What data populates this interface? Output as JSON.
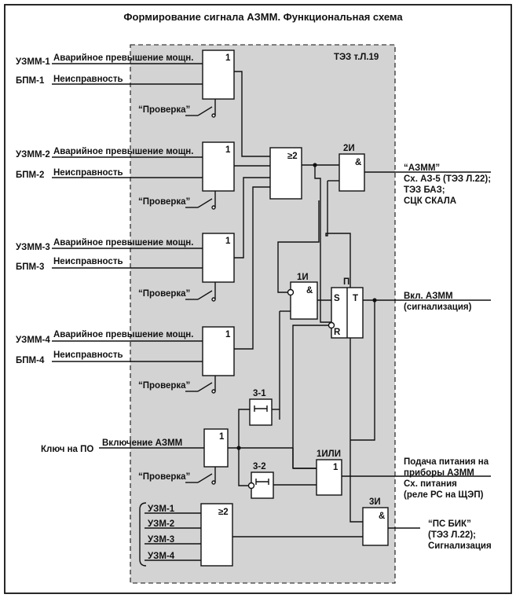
{
  "title": "Формирование сигнала АЗММ. Функциональная схема",
  "region_label": "ТЭЗ т.Л.19",
  "check_label": "“Проверка”",
  "channels": [
    {
      "src1": "УЗММ-1",
      "sig1": "Аварийное превышение мощн.",
      "src2": "БПМ-1",
      "sig2": "Неисправность",
      "gate": "1"
    },
    {
      "src1": "УЗММ-2",
      "sig1": "Аварийное превышение мощн.",
      "src2": "БПМ-2",
      "sig2": "Неисправность",
      "gate": "1"
    },
    {
      "src1": "УЗММ-3",
      "sig1": "Аварийное превышение мощн.",
      "src2": "БПМ-3",
      "sig2": "Неисправность",
      "gate": "1"
    },
    {
      "src1": "УЗММ-4",
      "sig1": "Аварийное превышение мощн.",
      "src2": "БПМ-4",
      "sig2": "Неисправность",
      "gate": "1"
    }
  ],
  "gates": {
    "or_main": "≥2",
    "and2_name": "2И",
    "and2_sym": "&",
    "and1_name": "1И",
    "and1_sym": "&",
    "trigger_name": "П",
    "trigger_s": "S",
    "trigger_t": "T",
    "trigger_r": "R",
    "key_gate": "1",
    "delay1_name": "3-1",
    "delay2_name": "3-2",
    "or1_name": "1ИЛИ",
    "or1_sym": "1",
    "and3_name": "3И",
    "and3_sym": "&",
    "or_uzm": "≥2"
  },
  "key": {
    "source": "Ключ на ПО",
    "signal": "Включение АЗММ"
  },
  "uzm_inputs": [
    "УЗМ-1",
    "УЗМ-2",
    "УЗМ-3",
    "УЗМ-4"
  ],
  "outputs": {
    "azmm": [
      "“АЗММ”",
      "Сх.  АЗ-5 (ТЭЗ Л.22);",
      "ТЭЗ БАЗ;",
      "СЦК СКАЛА"
    ],
    "vkl": [
      "Вкл. АЗММ",
      "(сигнализация)"
    ],
    "power": [
      "Подача питания на",
      "приборы АЗММ",
      "Сх. питания",
      "(реле РС на ЩЭП)"
    ],
    "psbik": [
      "“ПС БИК”",
      "(ТЭЗ Л.22);",
      "Сигнализация"
    ]
  }
}
